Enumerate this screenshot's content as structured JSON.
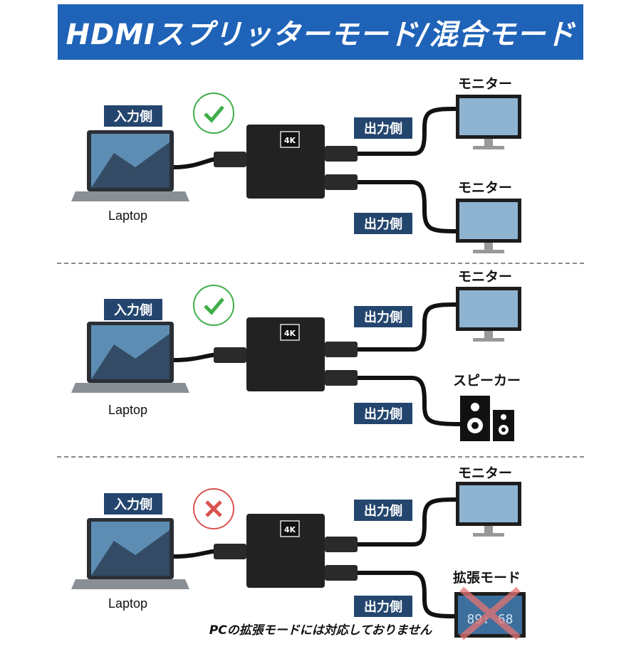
{
  "title": "HDMIスプリッターモード/混合モード",
  "sections": [
    {
      "input_tag": "入力側",
      "source_label": "Laptop",
      "status": "ok",
      "output_tags": [
        "出力側",
        "出力側"
      ],
      "devices": [
        "モニター",
        "モニター"
      ]
    },
    {
      "input_tag": "入力側",
      "source_label": "Laptop",
      "status": "ok",
      "output_tags": [
        "出力側",
        "出力側"
      ],
      "devices": [
        "モニター",
        "スピーカー"
      ]
    },
    {
      "input_tag": "入力側",
      "source_label": "Laptop",
      "status": "ng",
      "output_tags": [
        "出力側",
        "出力側"
      ],
      "devices": [
        "モニター",
        "拡張モード"
      ]
    }
  ],
  "splitter_badge": "4K",
  "extended_display_readout": "89: 68",
  "note": "PCの拡張モードには対応しておりません",
  "colors": {
    "banner": "#1f63b8",
    "tag": "#24466e",
    "ok": "#3fae49",
    "ng": "#d9534f"
  },
  "icons": {
    "ok": "check-icon",
    "ng": "cross-icon"
  }
}
